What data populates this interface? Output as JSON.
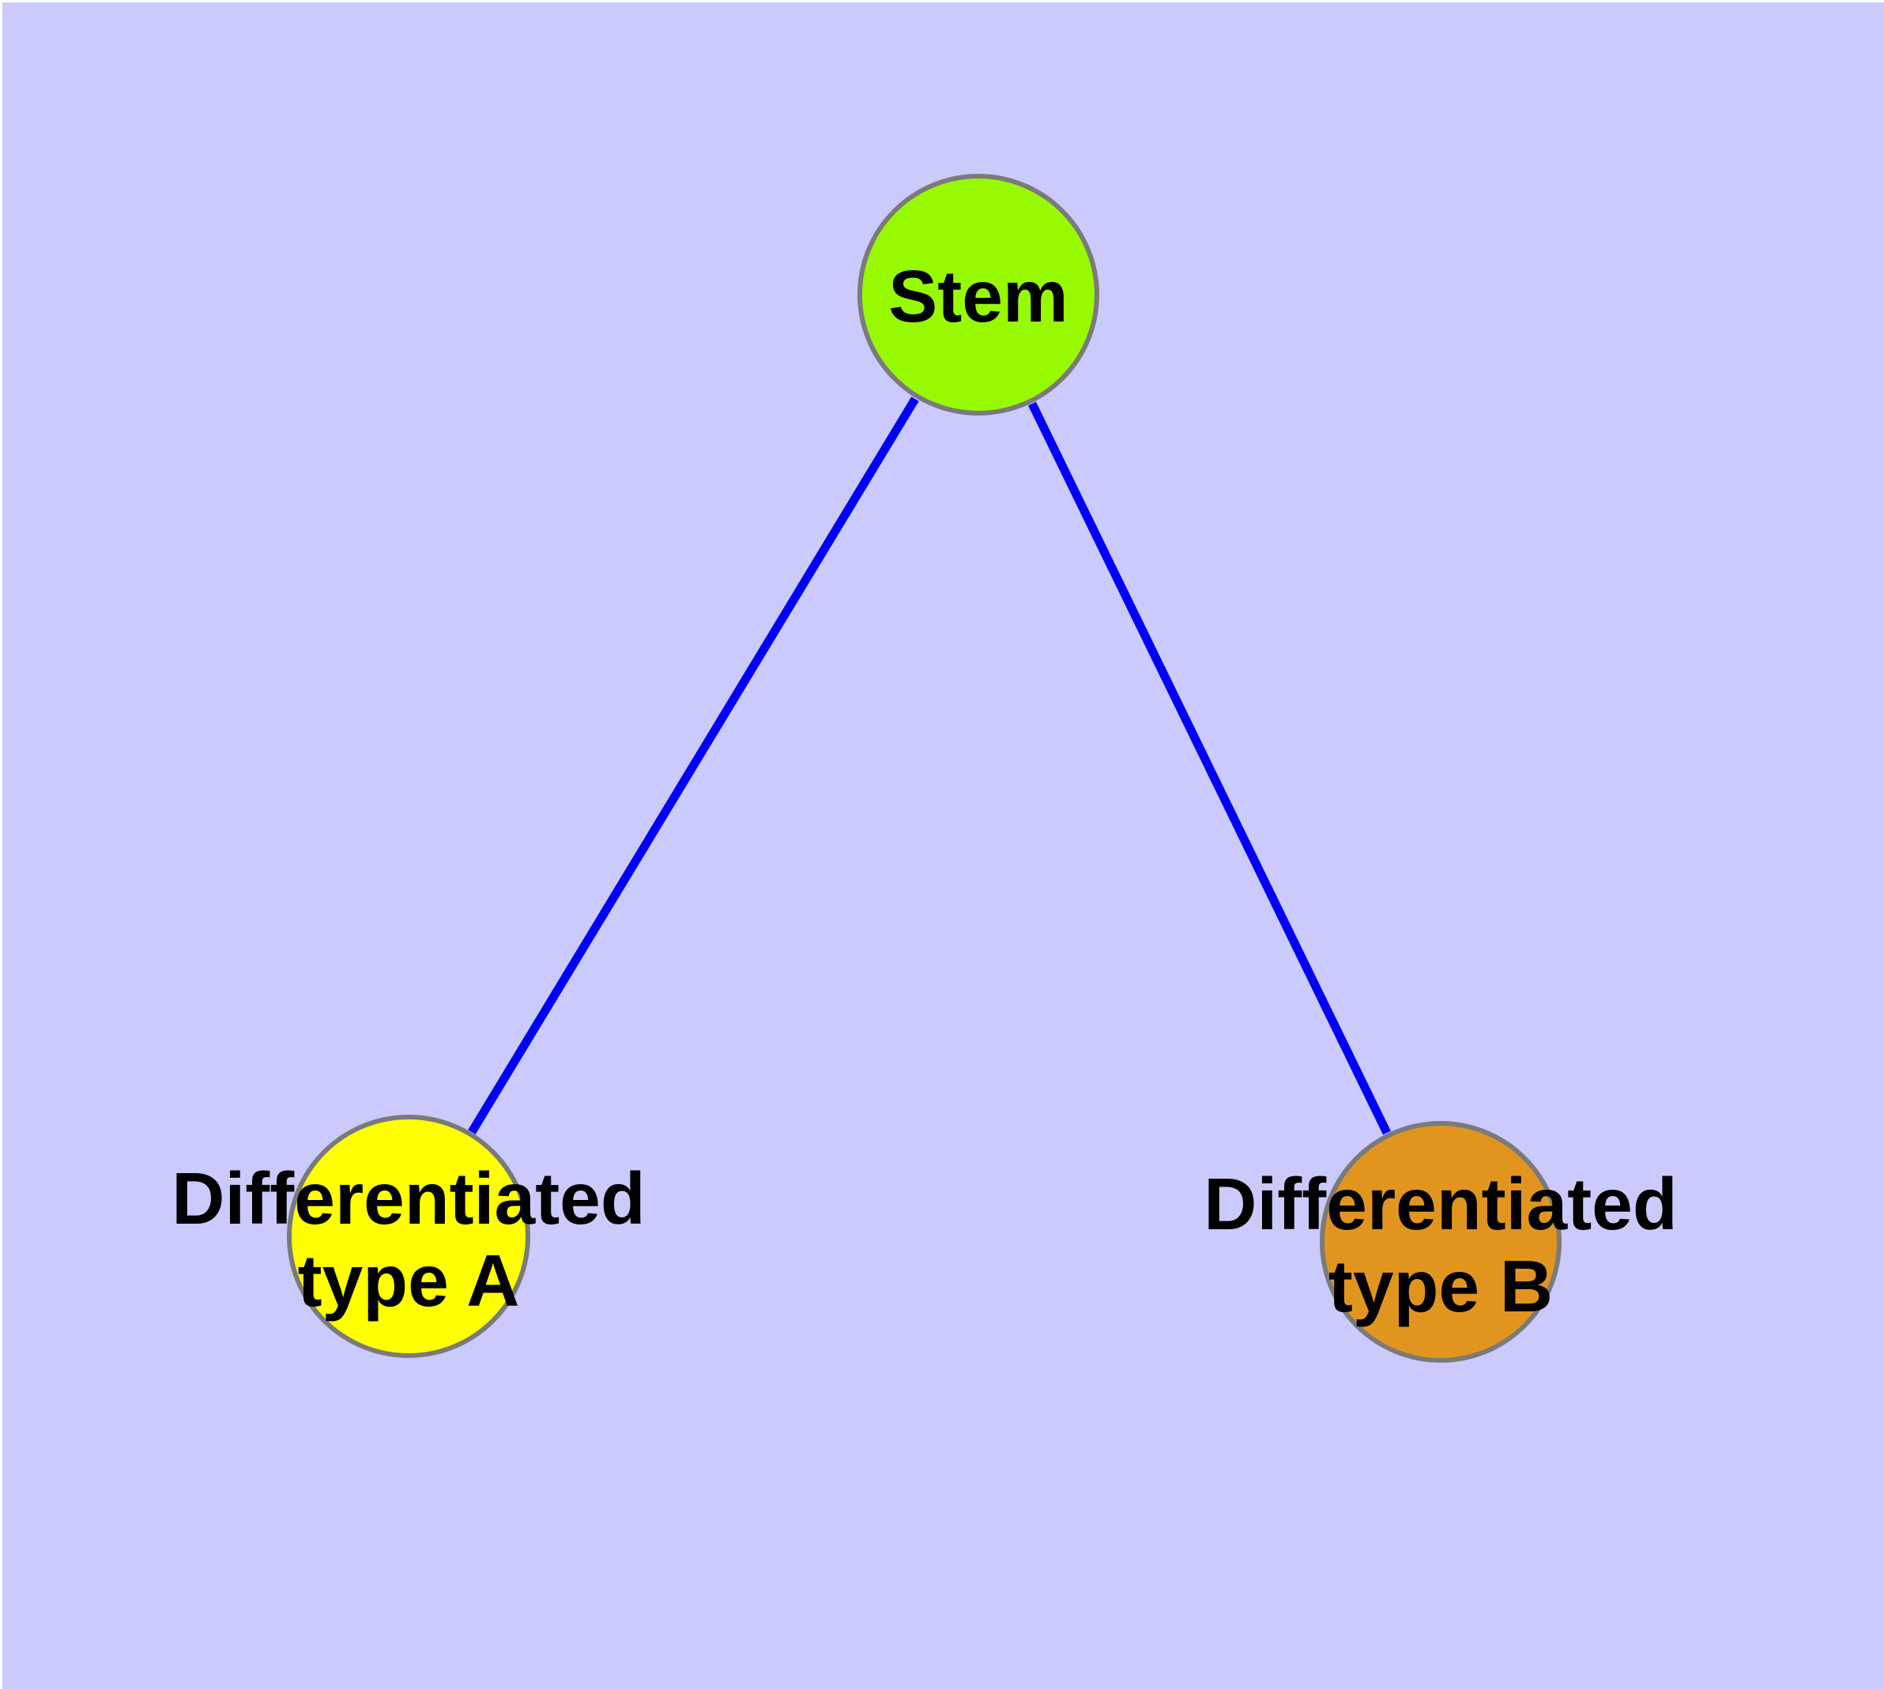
{
  "diagram": {
    "background_color": "#CACAFC",
    "margin_color": "#FFFFFF",
    "edge_color": "#0000FA",
    "node_border_color": "#7A7A7A",
    "label_color": "#000000",
    "nodes": [
      {
        "id": "stem",
        "label": "Stem",
        "lines": [
          "Stem"
        ],
        "fill": "#98FA00"
      },
      {
        "id": "differentiated-type-a",
        "label": "Differentiated type A",
        "lines": [
          "Differentiated",
          "type A"
        ],
        "fill": "#FFFF00"
      },
      {
        "id": "differentiated-type-b",
        "label": "Differentiated type B",
        "lines": [
          "Differentiated",
          "type B"
        ],
        "fill": "#E2951E"
      }
    ],
    "edges": [
      {
        "from": "Stem",
        "to": "Differentiated type A"
      },
      {
        "from": "Stem",
        "to": "Differentiated type B"
      }
    ]
  }
}
